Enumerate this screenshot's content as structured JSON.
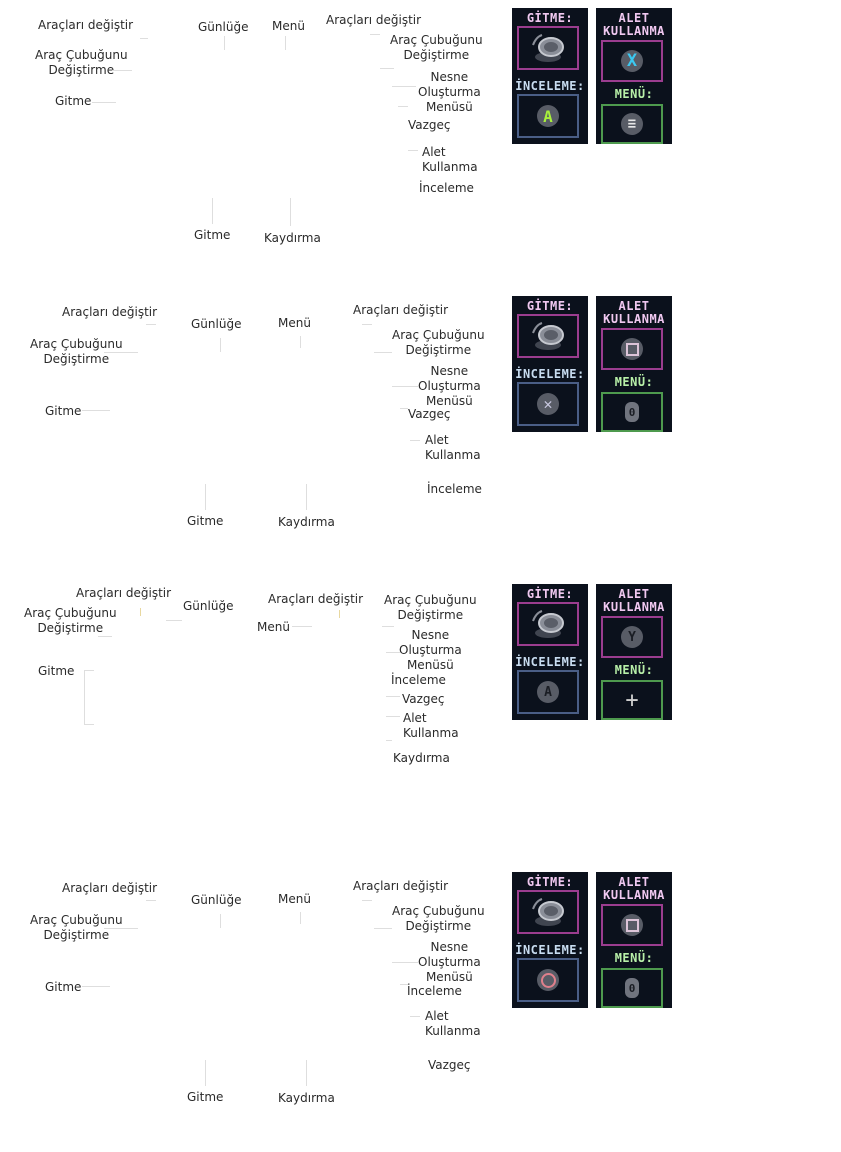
{
  "sections": [
    {
      "labels": {
        "tools_left": "Araçları değiştir",
        "toolbar_left": "Araç Çubuğunu\nDeğiştirme",
        "goto_left": "Gitme",
        "journal": "Günlüğe",
        "menu": "Menü",
        "tools_right": "Araçları değiştir",
        "toolbar_right": "Araç Çubuğunu\nDeğiştirme",
        "craft": "Nesne\nOluşturma\nMenüsü",
        "cancel": "Vazgeç",
        "use_tool": "Alet\nKullanma",
        "inspect": "İnceleme",
        "goto_bottom": "Gitme",
        "scroll": "Kaydırma"
      },
      "legend": {
        "goto_title": "GİTME:",
        "inspect_title": "İNCELEME:",
        "inspect_button": "A",
        "use_title": "ALET\nKULLANMA",
        "use_button": "X",
        "menu_title": "MENÜ:",
        "menu_button": "≡"
      }
    },
    {
      "labels": {
        "tools_left": "Araçları değiştir",
        "toolbar_left": "Araç Çubuğunu\nDeğiştirme",
        "goto_left": "Gitme",
        "journal": "Günlüğe",
        "menu": "Menü",
        "tools_right": "Araçları değiştir",
        "toolbar_right": "Araç Çubuğunu\nDeğiştirme",
        "craft": "Nesne\nOluşturma\nMenüsü",
        "cancel": "Vazgeç",
        "use_tool": "Alet\nKullanma",
        "inspect": "İnceleme",
        "goto_bottom": "Gitme",
        "scroll": "Kaydırma"
      },
      "legend": {
        "goto_title": "GİTME:",
        "inspect_title": "İNCELEME:",
        "inspect_button": "✕",
        "use_title": "ALET\nKULLANMA",
        "use_button": "",
        "menu_title": "MENÜ:",
        "menu_button": "0"
      }
    },
    {
      "labels": {
        "tools_left": "Araçları değiştir",
        "toolbar_left": "Araç Çubuğunu\nDeğiştirme",
        "goto_left": "Gitme",
        "journal": "Günlüğe",
        "menu": "Menü",
        "tools_right": "Araçları değiştir",
        "toolbar_right": "Araç Çubuğunu\nDeğiştirme",
        "craft": "Nesne\nOluşturma\nMenüsü",
        "inspect": "İnceleme",
        "cancel": "Vazgeç",
        "use_tool": "Alet\nKullanma",
        "scroll": "Kaydırma"
      },
      "legend": {
        "goto_title": "GİTME:",
        "inspect_title": "İNCELEME:",
        "inspect_button": "A",
        "use_title": "ALET\nKULLANMA",
        "use_button": "Y",
        "menu_title": "MENÜ:",
        "menu_button": "+"
      }
    },
    {
      "labels": {
        "tools_left": "Araçları değiştir",
        "toolbar_left": "Araç Çubuğunu\nDeğiştirme",
        "goto_left": "Gitme",
        "journal": "Günlüğe",
        "menu": "Menü",
        "tools_right": "Araçları değiştir",
        "toolbar_right": "Araç Çubuğunu\nDeğiştirme",
        "craft": "Nesne\nOluşturma\nMenüsü",
        "inspect": "İnceleme",
        "use_tool": "Alet\nKullanma",
        "cancel": "Vazgeç",
        "goto_bottom": "Gitme",
        "scroll": "Kaydırma"
      },
      "legend": {
        "goto_title": "GİTME:",
        "inspect_title": "İNCELEME:",
        "inspect_button": "",
        "use_title": "ALET\nKULLANMA",
        "use_button": "",
        "menu_title": "MENÜ:",
        "menu_button": "0"
      }
    }
  ]
}
